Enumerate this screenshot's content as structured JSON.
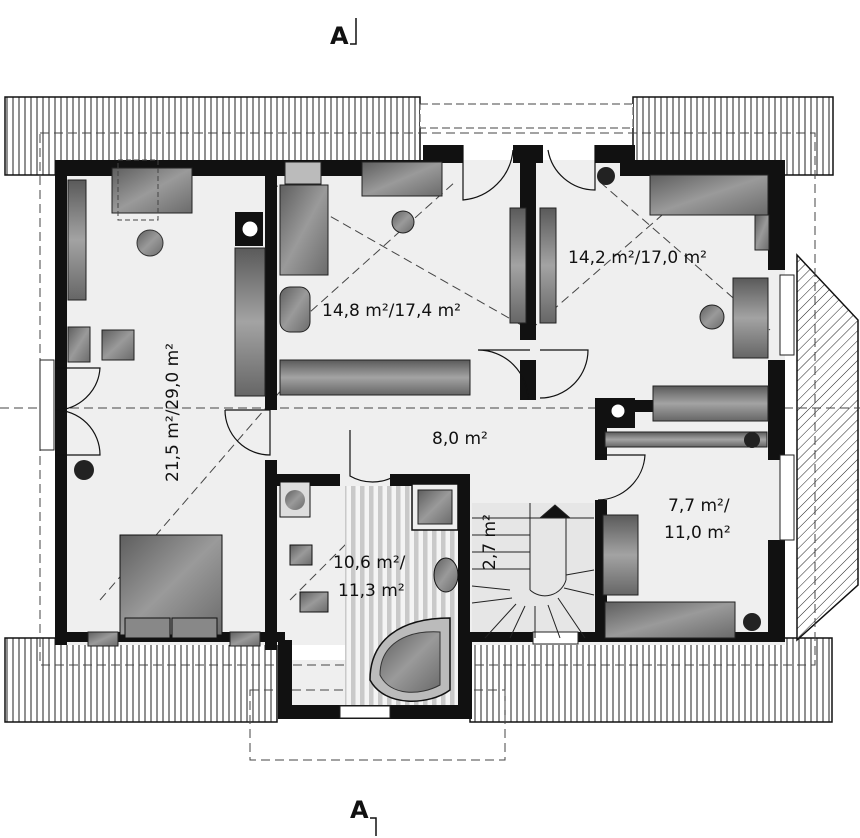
{
  "section_marks": {
    "top": "A",
    "bottom": "A"
  },
  "rooms": {
    "left": {
      "line1": "21,5 m²/29,0 m²"
    },
    "top_mid": {
      "line1": "14,8 m²/17,4 m²"
    },
    "top_right": {
      "line1": "14,2 m²/17,0 m²"
    },
    "hall": {
      "line1": "8,0 m²"
    },
    "bath": {
      "line1": "10,6 m²/",
      "line2": "11,3 m²"
    },
    "stair": {
      "line1": "2,7 m²"
    },
    "small": {
      "line1": "7,7 m²/",
      "line2": "11,0 m²"
    }
  },
  "colors": {
    "wall": "#111111",
    "roof": "#ffffff",
    "floor": "#efefef",
    "furniture": "#8a8a8a",
    "bath_stripe": "#c9c9c9"
  }
}
